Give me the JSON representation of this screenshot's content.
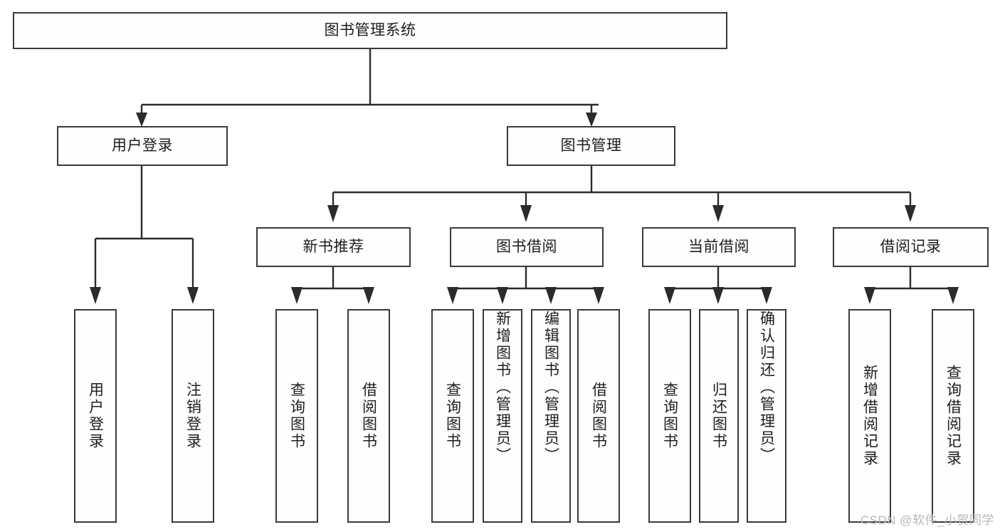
{
  "diagram": {
    "type": "tree-hierarchy-chart",
    "title": "图书管理系统",
    "background_color": "#ffffff",
    "box_border_color": "#3a3a3a",
    "box_fill_color": "#fefefe",
    "connector_color": "#2b2b2b",
    "text_color": "#1d1d1d",
    "nodes": {
      "root": {
        "label": "图书管理系统",
        "level": 1,
        "orientation": "horizontal"
      },
      "l2": [
        {
          "id": "user-login",
          "label": "用户登录",
          "level": 2,
          "orientation": "horizontal"
        },
        {
          "id": "book-manage",
          "label": "图书管理",
          "level": 2,
          "orientation": "horizontal"
        }
      ],
      "l3": [
        {
          "id": "new-book-rec",
          "label": "新书推荐",
          "level": 3,
          "orientation": "horizontal",
          "parent": "book-manage"
        },
        {
          "id": "book-borrow",
          "label": "图书借阅",
          "level": 3,
          "orientation": "horizontal",
          "parent": "book-manage"
        },
        {
          "id": "current-borrow",
          "label": "当前借阅",
          "level": 3,
          "orientation": "horizontal",
          "parent": "book-manage"
        },
        {
          "id": "borrow-record",
          "label": "借阅记录",
          "level": 3,
          "orientation": "horizontal",
          "parent": "book-manage"
        }
      ],
      "leaves": [
        {
          "id": "leaf-user-login",
          "label": "用户登录",
          "parent": "user-login",
          "orientation": "vertical",
          "align": "center"
        },
        {
          "id": "leaf-logout",
          "label": "注销登录",
          "parent": "user-login",
          "orientation": "vertical",
          "align": "center"
        },
        {
          "id": "leaf-query-book-1",
          "label": "查询图书",
          "parent": "new-book-rec",
          "orientation": "vertical",
          "align": "center"
        },
        {
          "id": "leaf-borrow-book-1",
          "label": "借阅图书",
          "parent": "new-book-rec",
          "orientation": "vertical",
          "align": "center"
        },
        {
          "id": "leaf-query-book-2",
          "label": "查询图书",
          "parent": "book-borrow",
          "orientation": "vertical",
          "align": "center"
        },
        {
          "id": "leaf-add-book",
          "label": "新增图书（管理员）",
          "parent": "book-borrow",
          "orientation": "vertical",
          "align": "top"
        },
        {
          "id": "leaf-edit-book",
          "label": "编辑图书（管理员）",
          "parent": "book-borrow",
          "orientation": "vertical",
          "align": "top"
        },
        {
          "id": "leaf-borrow-book-2",
          "label": "借阅图书",
          "parent": "book-borrow",
          "orientation": "vertical",
          "align": "center"
        },
        {
          "id": "leaf-query-book-3",
          "label": "查询图书",
          "parent": "current-borrow",
          "orientation": "vertical",
          "align": "center"
        },
        {
          "id": "leaf-return-book",
          "label": "归还图书",
          "parent": "current-borrow",
          "orientation": "vertical",
          "align": "center"
        },
        {
          "id": "leaf-confirm-return",
          "label": "确认归还（管理员）",
          "parent": "current-borrow",
          "orientation": "vertical",
          "align": "top"
        },
        {
          "id": "leaf-add-record",
          "label": "新增借阅记录",
          "parent": "borrow-record",
          "orientation": "vertical",
          "align": "center"
        },
        {
          "id": "leaf-query-record",
          "label": "查询借阅记录",
          "parent": "borrow-record",
          "orientation": "vertical",
          "align": "center"
        }
      ]
    }
  },
  "watermark": {
    "text": "CSDN @软件_小贺同学"
  }
}
